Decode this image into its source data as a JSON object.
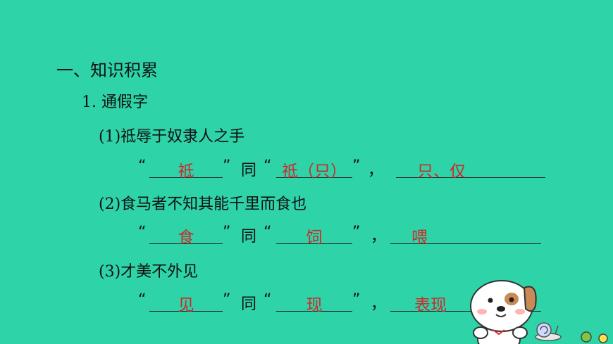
{
  "heading": "一、知识积累",
  "section": {
    "number": "1.",
    "title": "通假字"
  },
  "items": [
    {
      "label": "(1)",
      "sentence": "祗辱于奴隶人之手",
      "answers": {
        "char": "祗",
        "same_as": "祗（只）",
        "meaning": "只、仅"
      }
    },
    {
      "label": "(2)",
      "sentence": "食马者不知其能千里而食也",
      "answers": {
        "char": "食",
        "same_as": "饲",
        "meaning": "喂"
      }
    },
    {
      "label": "(3)",
      "sentence": "才美不外见",
      "answers": {
        "char": "见",
        "same_as": "现",
        "meaning": "表现"
      }
    }
  ],
  "labels": {
    "open_quote": "“",
    "close_quote": "”",
    "same": "同",
    "comma": "，"
  },
  "colors": {
    "background": "#2ed3a8",
    "answer": "#cc2a2a",
    "text": "#111111"
  }
}
